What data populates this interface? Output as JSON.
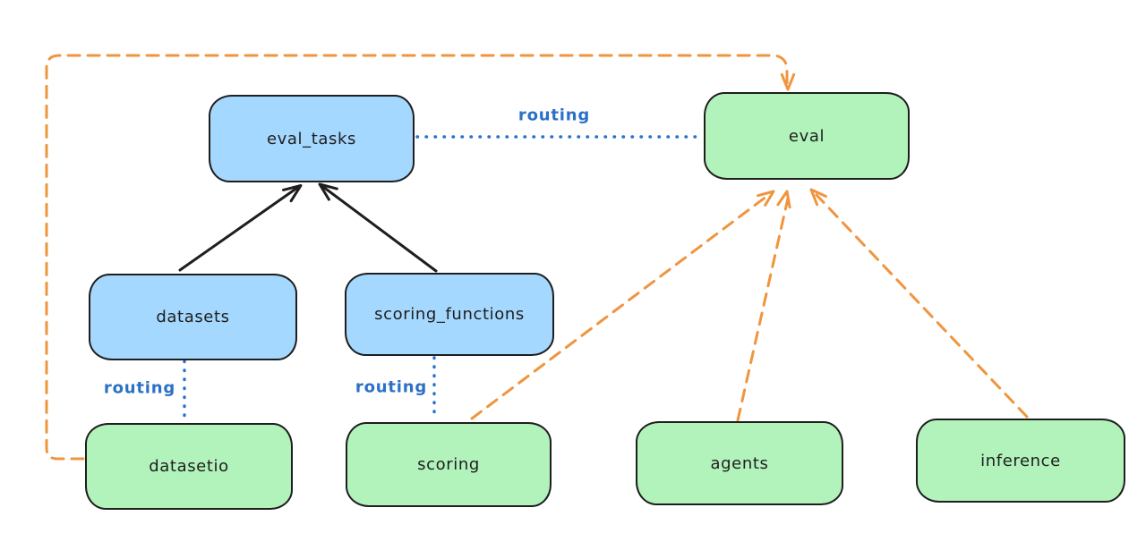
{
  "diagram": {
    "colors": {
      "background": "#ffffff",
      "stroke": "#1e1e1e",
      "blue_node_fill": "#a5d8ff",
      "green_node_fill": "#b2f2bb",
      "routing_blue": "#2b71c7",
      "orange_dashed": "#f0953f"
    },
    "nodes": {
      "eval_tasks": {
        "label": "eval_tasks",
        "color": "blue"
      },
      "eval": {
        "label": "eval",
        "color": "green"
      },
      "datasets": {
        "label": "datasets",
        "color": "blue"
      },
      "scoring_functions": {
        "label": "scoring_functions",
        "color": "blue"
      },
      "datasetio": {
        "label": "datasetio",
        "color": "green"
      },
      "scoring": {
        "label": "scoring",
        "color": "green"
      },
      "agents": {
        "label": "agents",
        "color": "green"
      },
      "inference": {
        "label": "inference",
        "color": "green"
      }
    },
    "edges": [
      {
        "from": "datasets",
        "to": "eval_tasks",
        "style": "solid",
        "color": "black",
        "label": ""
      },
      {
        "from": "scoring_functions",
        "to": "eval_tasks",
        "style": "solid",
        "color": "black",
        "label": ""
      },
      {
        "from": "eval_tasks",
        "to": "eval",
        "style": "dotted",
        "color": "blue",
        "label": "routing"
      },
      {
        "from": "datasets",
        "to": "datasetio",
        "style": "dotted",
        "color": "blue",
        "label": "routing"
      },
      {
        "from": "scoring_functions",
        "to": "scoring",
        "style": "dotted",
        "color": "blue",
        "label": "routing"
      },
      {
        "from": "datasetio",
        "to": "eval",
        "style": "dashed",
        "color": "orange",
        "label": ""
      },
      {
        "from": "scoring",
        "to": "eval",
        "style": "dashed",
        "color": "orange",
        "label": ""
      },
      {
        "from": "agents",
        "to": "eval",
        "style": "dashed",
        "color": "orange",
        "label": ""
      },
      {
        "from": "inference",
        "to": "eval",
        "style": "dashed",
        "color": "orange",
        "label": ""
      }
    ]
  }
}
